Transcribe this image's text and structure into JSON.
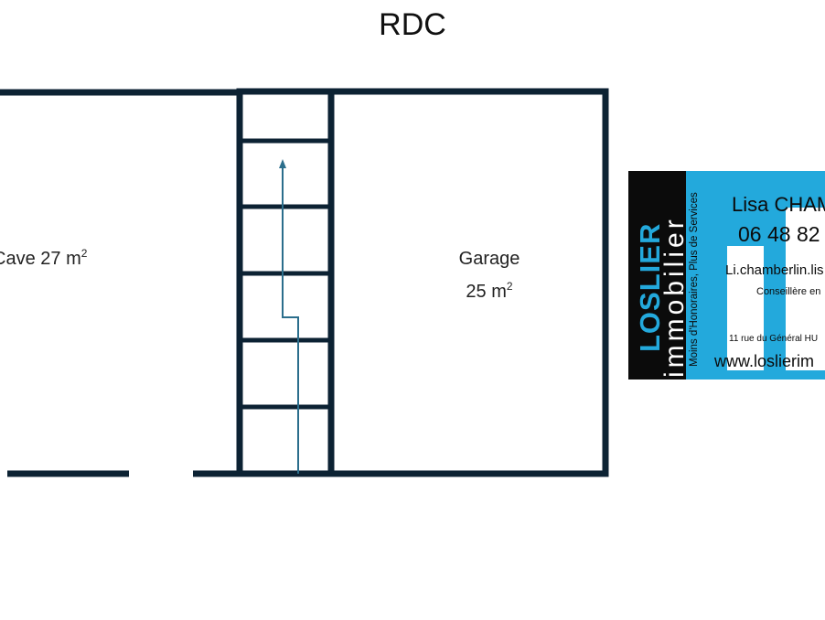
{
  "title": "RDC",
  "rooms": {
    "cave": {
      "name": "Cave",
      "area": "27 m",
      "unit_exp": "2"
    },
    "garage": {
      "name": "Garage",
      "area": "25 m",
      "unit_exp": "2"
    }
  },
  "colors": {
    "wall": "#0c2233",
    "arrow": "#2b6e8c",
    "card_bg": "#23a9dc",
    "card_dark": "#0b0b0b"
  },
  "agent_card": {
    "brand": "LOSLIER",
    "brand_sub": "immobilier",
    "slogan": "Moins d'Honoraires, Plus de Services",
    "name": "Lisa CHAMBERLIN",
    "phone": "06 48 82",
    "email": "Li.chamberlin.lis",
    "role": "Conseillère en",
    "address": "11 rue du Général HU",
    "website": "www.loslierim"
  }
}
